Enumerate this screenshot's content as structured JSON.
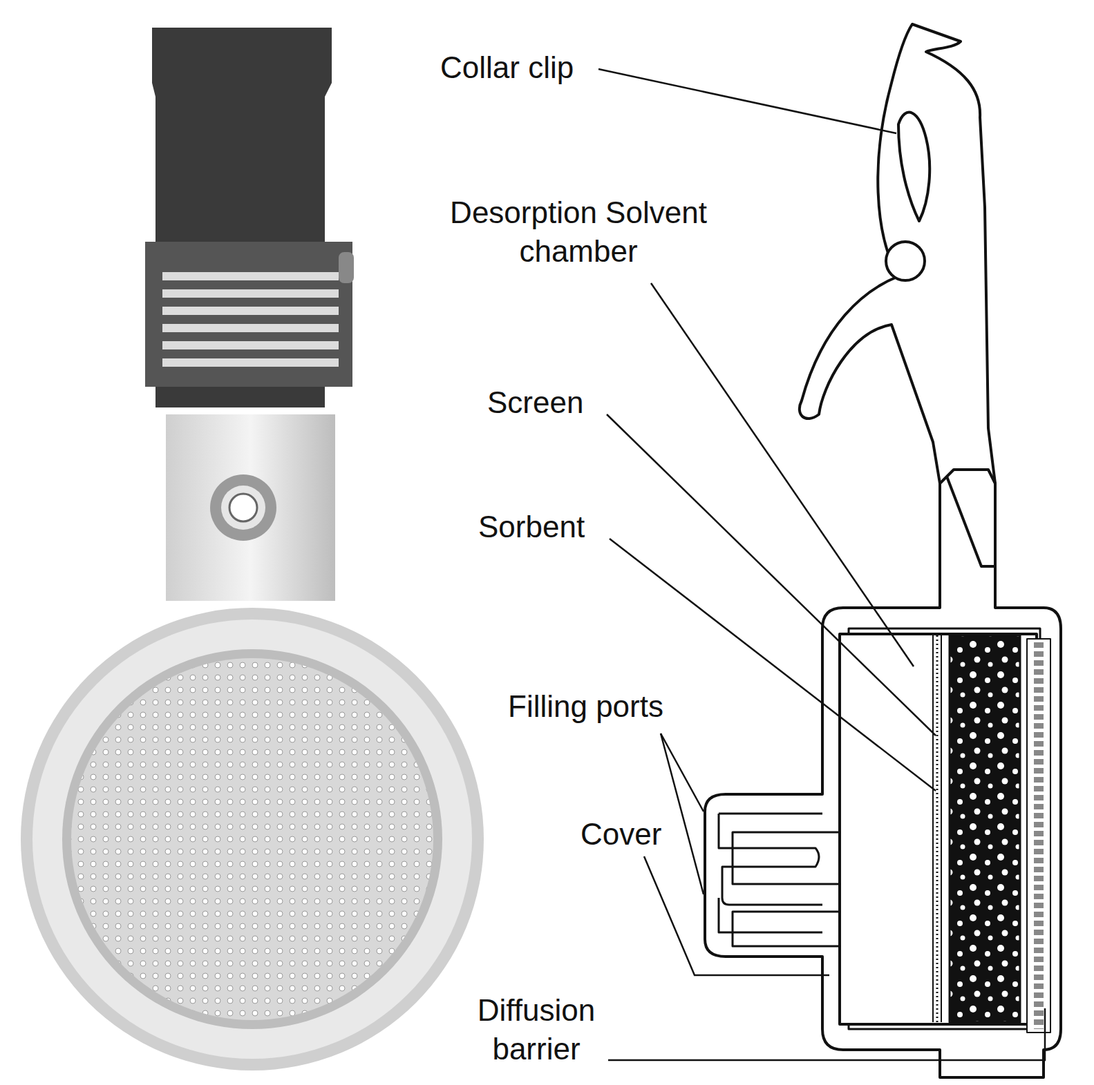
{
  "diagram": {
    "labels": [
      "Collar clip",
      "Desorption Solvent chamber",
      "Screen",
      "Sorbent",
      "Filling ports",
      "Cover",
      "Diffusion barrier"
    ]
  }
}
